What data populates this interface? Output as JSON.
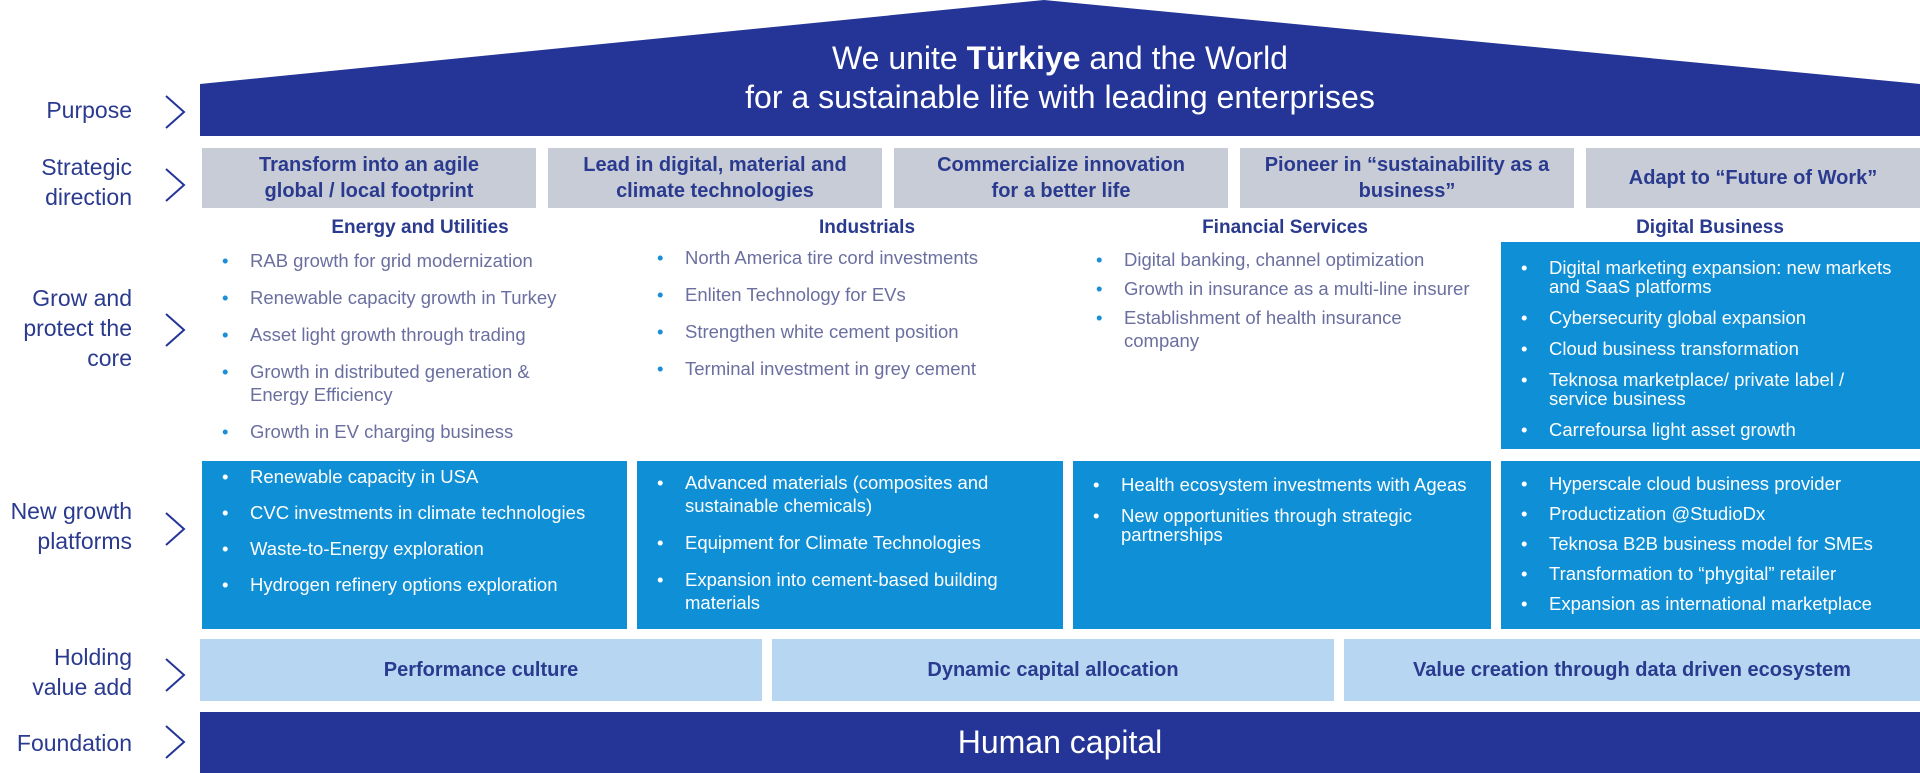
{
  "purpose": {
    "label": "Purpose",
    "line1_prefix": "We unite ",
    "line1_brand": "Türkiye",
    "line1_suffix": " and the World",
    "line2": "for a sustainable life with leading enterprises"
  },
  "strategic_direction": {
    "label_line1": "Strategic",
    "label_line2": "direction",
    "items": [
      {
        "line1": "Transform into an agile",
        "line2": "global / local footprint"
      },
      {
        "line1": "Lead in digital, material and",
        "line2": "climate technologies"
      },
      {
        "line1": "Commercialize innovation",
        "line2": "for a better life"
      },
      {
        "line1": "Pioneer in “sustainability as a",
        "line2": "business”"
      },
      {
        "line1": "Adapt to “Future of Work”",
        "line2": ""
      }
    ]
  },
  "grow_core": {
    "label_line1": "Grow and",
    "label_line2": "protect the",
    "label_line3": "core",
    "columns": [
      {
        "title": "Energy and Utilities",
        "items": [
          "RAB growth for grid modernization",
          "Renewable capacity growth in Turkey",
          "Asset light growth through trading",
          "Growth in distributed generation & Energy Efficiency",
          "Growth in EV charging business"
        ]
      },
      {
        "title": "Industrials",
        "items": [
          "North America tire cord investments",
          "Enliten Technology for EVs",
          "Strengthen white cement position",
          "Terminal investment in grey cement"
        ]
      },
      {
        "title": "Financial Services",
        "items": [
          "Digital banking, channel optimization",
          "Growth in insurance as a multi-line insurer",
          "Establishment of health insurance company"
        ]
      },
      {
        "title": "Digital Business",
        "items": [
          "Digital marketing expansion: new markets and SaaS platforms",
          "Cybersecurity global expansion",
          "Cloud business transformation",
          "Teknosa marketplace/ private label / service business",
          "Carrefoursa light asset growth"
        ]
      }
    ]
  },
  "new_growth": {
    "label_line1": "New growth",
    "label_line2": "platforms",
    "columns": [
      {
        "items": [
          "Renewable capacity in USA",
          "CVC investments in climate technologies",
          "Waste-to-Energy exploration",
          "Hydrogen refinery options exploration"
        ]
      },
      {
        "items": [
          "Advanced materials (composites and sustainable chemicals)",
          "Equipment for Climate Technologies",
          "Expansion into cement-based building materials"
        ]
      },
      {
        "items": [
          "Health ecosystem investments with Ageas",
          "New opportunities through strategic partnerships"
        ]
      },
      {
        "items": [
          "Hyperscale cloud business provider",
          "Productization @StudioDx",
          "Teknosa B2B business model for SMEs",
          "Transformation to “phygital” retailer",
          "Expansion as international marketplace"
        ]
      }
    ]
  },
  "holding_value": {
    "label_line1": "Holding",
    "label_line2": "value add",
    "items": [
      "Performance culture",
      "Dynamic capital allocation",
      "Value creation through data driven ecosystem"
    ]
  },
  "foundation": {
    "label": "Foundation",
    "text": "Human capital"
  },
  "colors": {
    "navy": "#243597",
    "label_blue": "#2a3a8f",
    "grey_box": "#c8ccd6",
    "bright_blue": "#0e8fd6",
    "light_blue": "#b7d6f2",
    "bullet_text": "#6b6fa0"
  }
}
